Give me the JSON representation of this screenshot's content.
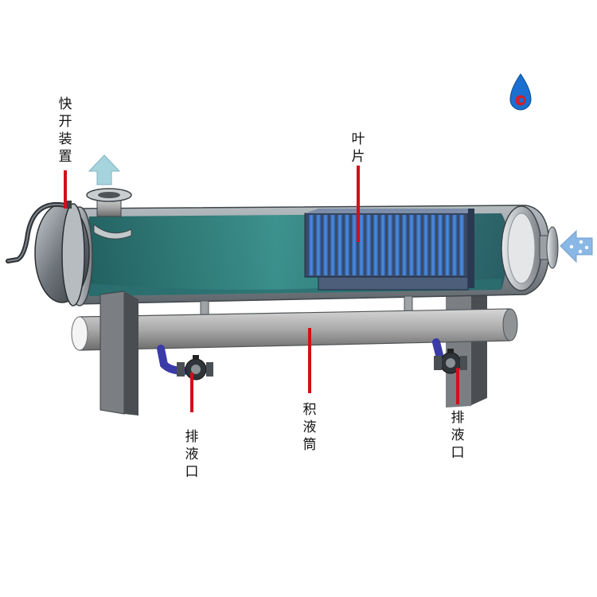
{
  "labels": {
    "quick_open": "快开装置",
    "blades": "叶片",
    "liquid_cylinder": "积液筒",
    "drain_left": "排液口",
    "drain_right": "排液口"
  },
  "icons": {
    "outlet_arrow": "arrow-up-icon",
    "inlet_arrow": "arrow-left-icon",
    "logo": "water-drop-logo-icon"
  },
  "colors": {
    "leader_line": "#d0101a",
    "shell_fill": "#2f8f8a",
    "blade_fill": "#3f7fd0",
    "frame": "#6e6e6e",
    "pipe": "#b8b8b8",
    "arrow_up": "#a6d4de",
    "arrow_in": "#8ab8e6",
    "valve_pipe": "#3a3aa8",
    "logo_blue": "#1a6fd0",
    "logo_red": "#d0202a"
  }
}
